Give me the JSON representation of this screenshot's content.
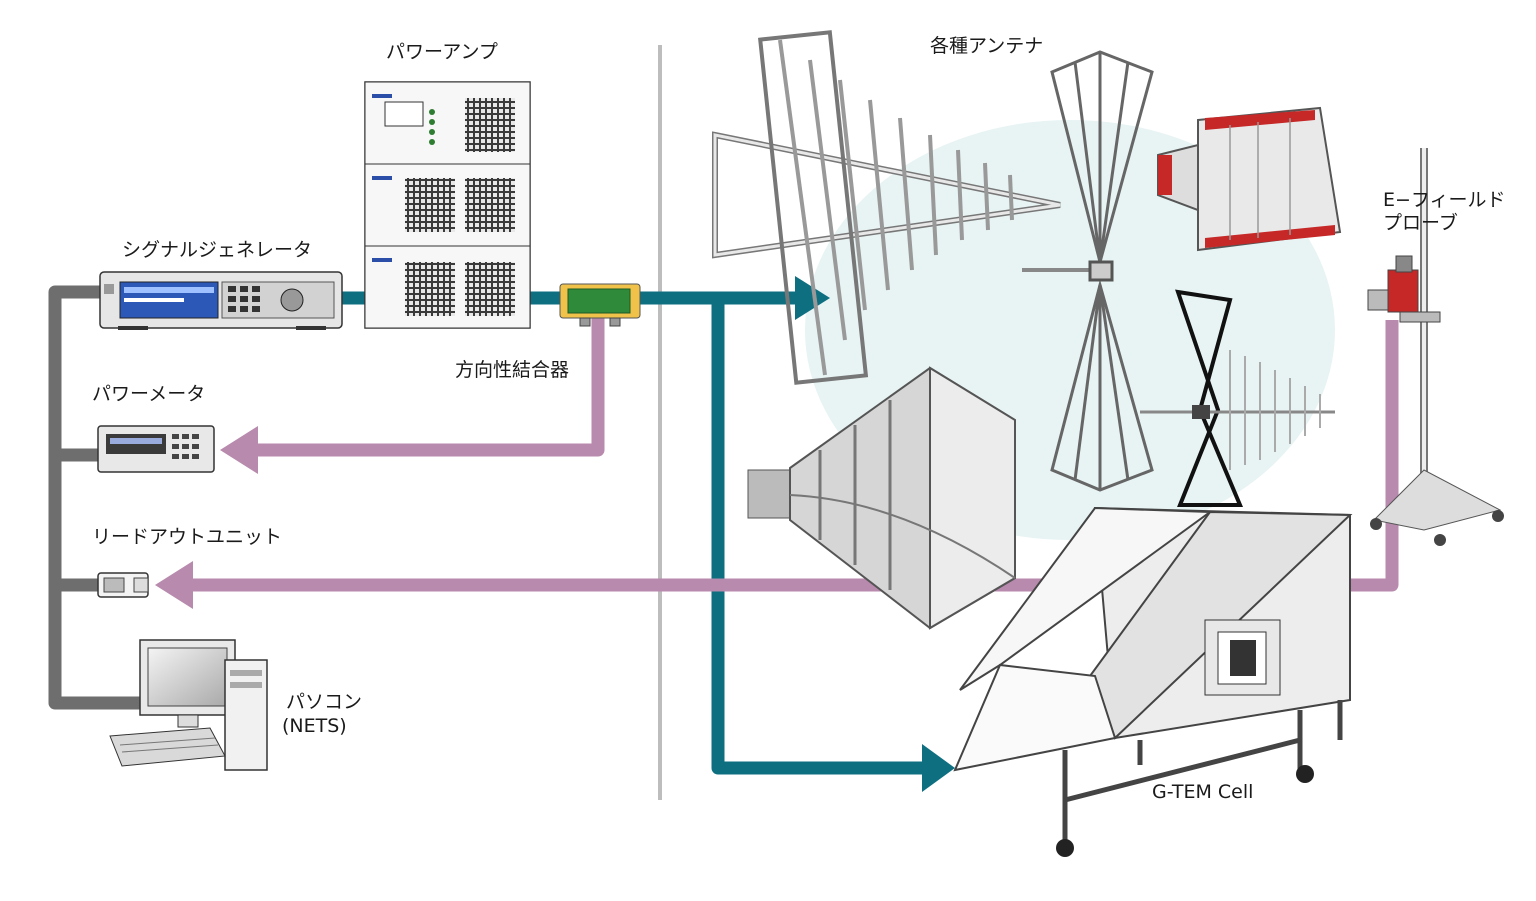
{
  "labels": {
    "power_amp": "パワーアンプ",
    "signal_generator": "シグナルジェネレータ",
    "directional_coupler": "方向性結合器",
    "power_meter": "パワーメータ",
    "readout_unit": "リードアウトユニット",
    "pc_line1": "パソコン",
    "pc_line2": "(NETS)",
    "antennas": "各種アンテナ",
    "efield_line1": "E−フィールド",
    "efield_line2": "プローブ",
    "gtem": "G-TEM Cell"
  },
  "colors": {
    "rf_path": "#0e6f80",
    "measure_path": "#b88aad",
    "control_path": "#6e6e6e",
    "divider": "#bdbdbd",
    "antenna_zone": "#e8f3f3",
    "coupler_body": "#2f8a3a",
    "probe_accent": "#c0392b",
    "horn_flare": "#c62828"
  },
  "icons": [
    "signal-generator-icon",
    "power-amp-rack-icon",
    "directional-coupler-icon",
    "power-meter-icon",
    "readout-unit-icon",
    "computer-icon",
    "log-periodic-antenna-icon",
    "biconical-antenna-icon",
    "horn-antenna-icon",
    "double-ridged-horn-icon",
    "bilog-antenna-icon",
    "efield-probe-icon",
    "gtem-cell-icon"
  ]
}
